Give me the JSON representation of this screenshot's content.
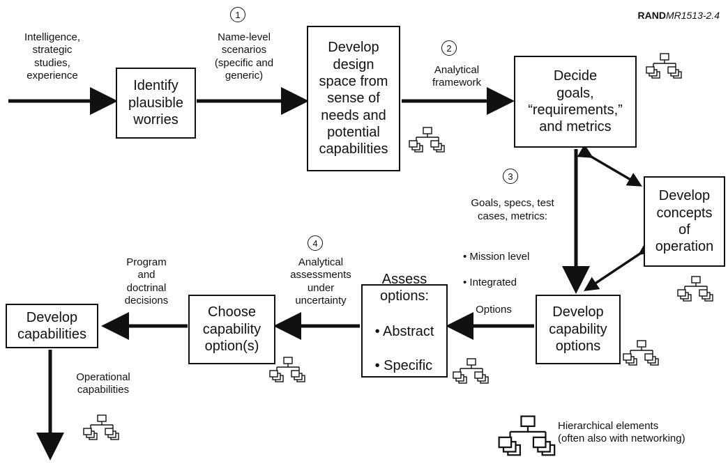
{
  "reference": {
    "org": "RAND",
    "code": "MR1513-2.4"
  },
  "boxes": {
    "identify": "Identify\nplausible\nworries",
    "design_space": "Develop\ndesign\nspace from\nsense of\nneeds and\npotential\ncapabilities",
    "decide_goals": "Decide\ngoals,\n“requirements,”\nand metrics",
    "concepts": "Develop\nconcepts\nof\noperation",
    "capability_options": "Develop\ncapability\noptions",
    "assess": {
      "title": "Assess\noptions:",
      "items": [
        "Abstract",
        "Specific"
      ]
    },
    "choose": "Choose\ncapability\noption(s)",
    "develop_capabilities": "Develop\ncapabilities"
  },
  "labels": {
    "inputs": "Intelligence,\nstrategic\nstudies,\nexperience",
    "scenarios": "Name-level\nscenarios\n(specific and\ngeneric)",
    "framework": "Analytical\nframework",
    "goals_specs": "Goals, specs, test\ncases, metrics:",
    "goals_specs_items": [
      "Mission level",
      "Integrated"
    ],
    "options": "Options",
    "assessments": "Analytical\nassessments\nunder\nuncertainty",
    "decisions": "Program\nand\ndoctrinal\ndecisions",
    "operational": "Operational\ncapabilities"
  },
  "steps": [
    "1",
    "2",
    "3",
    "4"
  ],
  "legend": {
    "label": "Hierarchical elements\n(often also with networking)"
  },
  "icons": {
    "hierarchy": "hierarchy-icon"
  },
  "colors": {
    "ink": "#111111",
    "background": "#ffffff"
  }
}
